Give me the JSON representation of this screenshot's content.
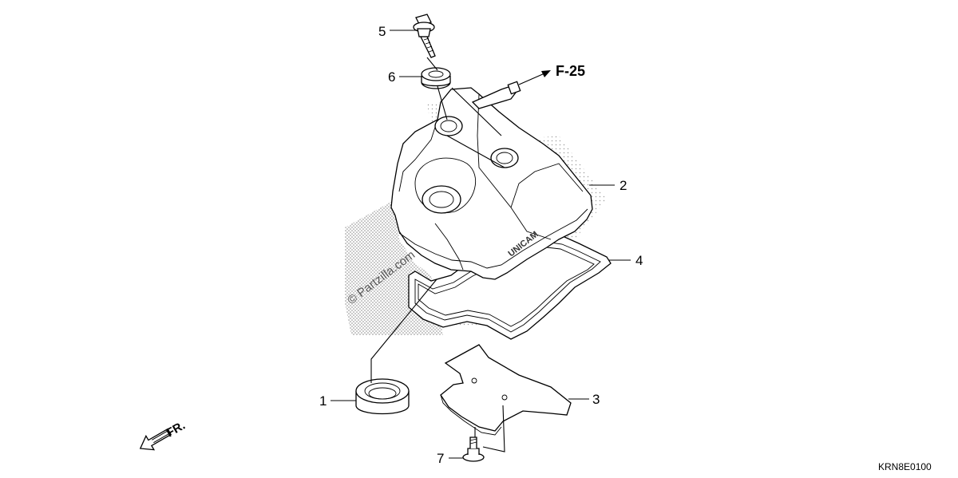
{
  "labels": {
    "p1": "1",
    "p2": "2",
    "p3": "3",
    "p4": "4",
    "p5": "5",
    "p6": "6",
    "p7": "7"
  },
  "reference": "F-25",
  "direction": "FR.",
  "diagram_code": "KRN8E0100",
  "watermark": "© Partzilla.com",
  "cover_marking": "UNICAM",
  "colors": {
    "line": "#000000",
    "shade": "#8a8a8a",
    "background": "#ffffff"
  }
}
